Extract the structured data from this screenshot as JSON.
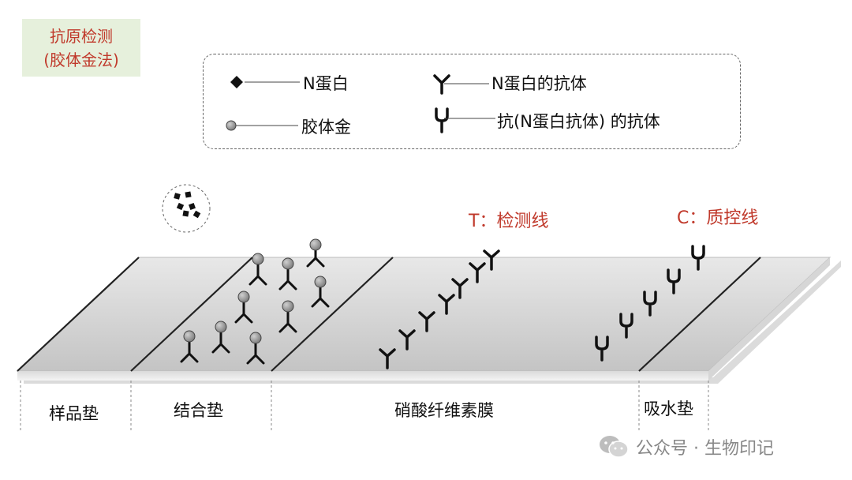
{
  "title": {
    "line1": "抗原检测",
    "line2": "(胶体金法)"
  },
  "legend": {
    "n_protein": "N蛋白",
    "colloidal_gold": "胶体金",
    "n_antibody": "N蛋白的抗体",
    "anti_antibody": "抗(N蛋白抗体) 的抗体"
  },
  "test_line_label": "T：检测线",
  "control_line_label": "C：质控线",
  "sections": [
    "样品垫",
    "结合垫",
    "硝酸纤维素膜",
    "吸水垫"
  ],
  "watermark": "公众号 · 生物印记",
  "colors": {
    "title_bg": "#e6f0dc",
    "title_text": "#c0392b",
    "line_label_text": "#c0392b",
    "strip_fill": "#cfcfcf",
    "gold_particle": "#8c8c8c"
  }
}
